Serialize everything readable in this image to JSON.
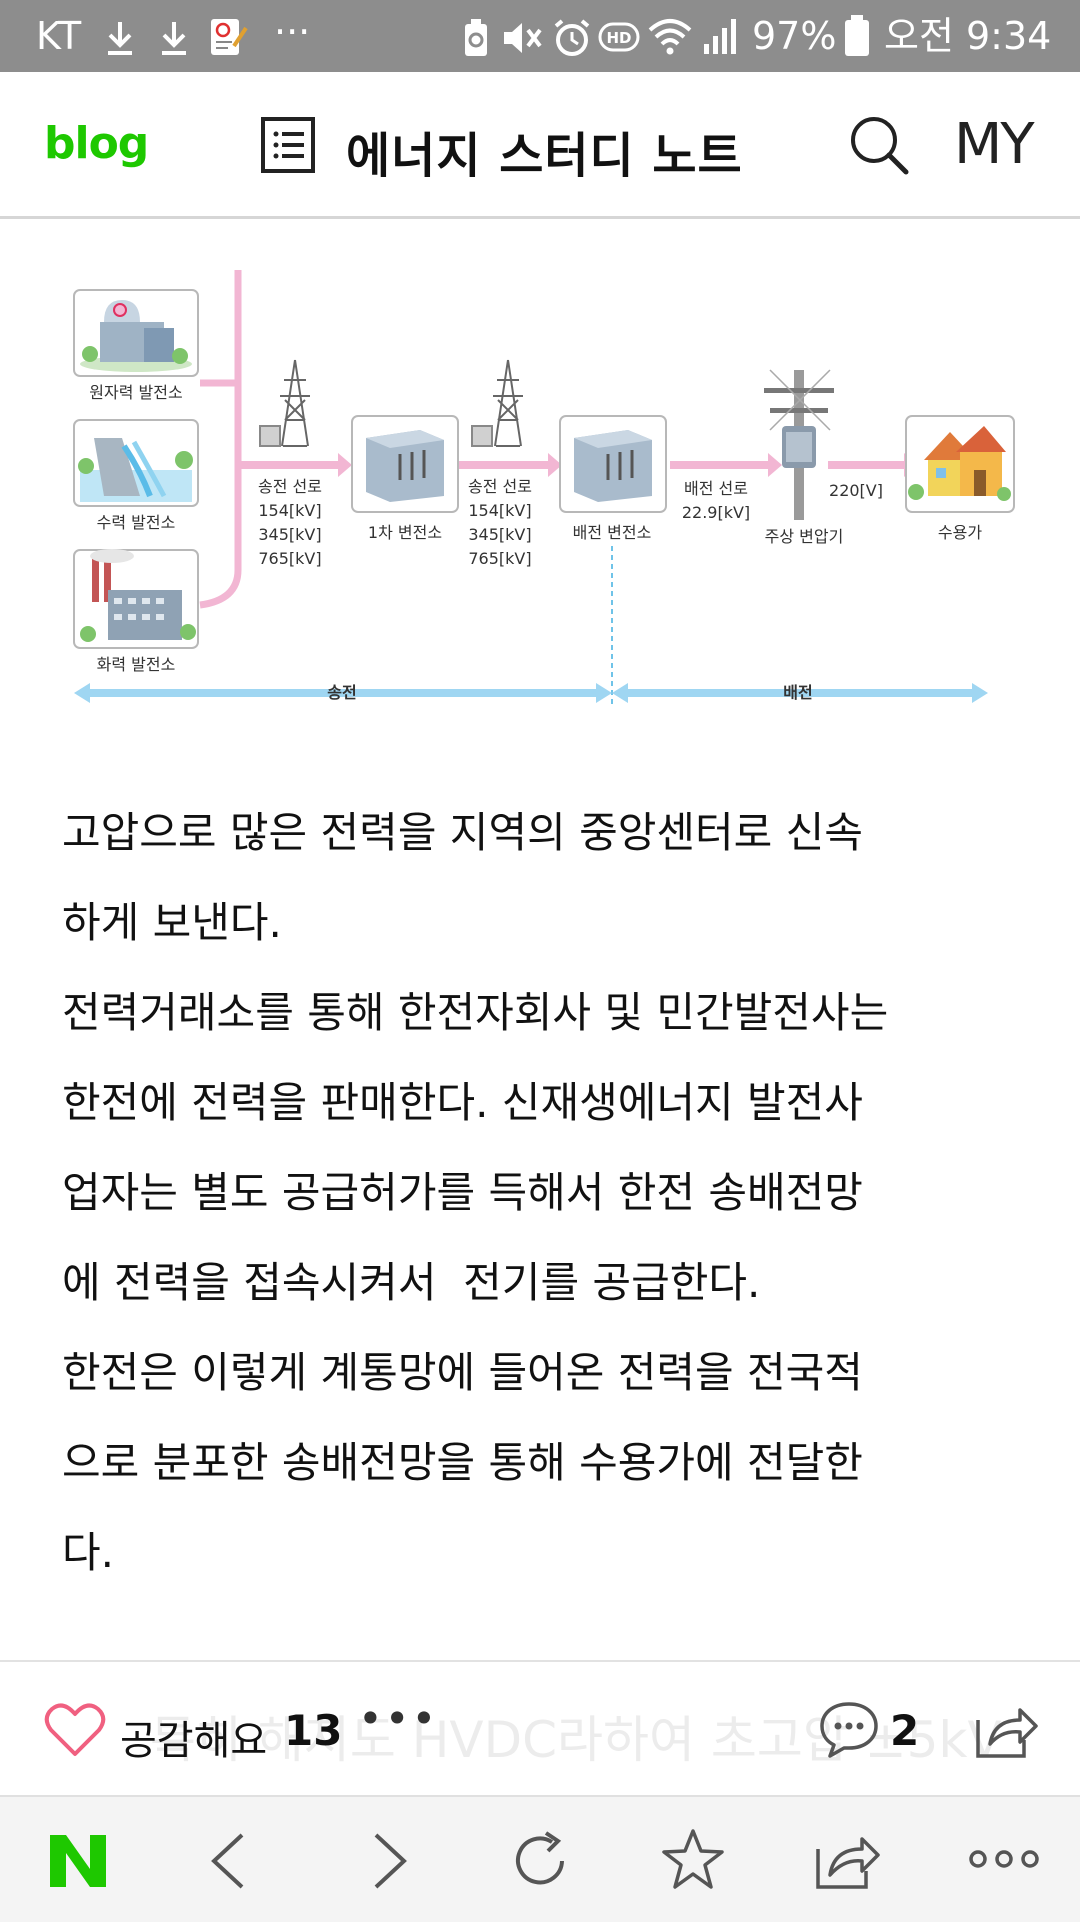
{
  "status_bar": {
    "carrier": "KT",
    "dots": "···",
    "battery": "97%",
    "time": "오전 9:34"
  },
  "header": {
    "logo": "blog",
    "title": "에너지 스터디 노트",
    "my": "MY"
  },
  "diagram": {
    "plants": [
      "원자력 발전소",
      "수력 발전소",
      "화력 발전소"
    ],
    "line1": {
      "label": "송전 선로",
      "voltages": [
        "154[kV]",
        "345[kV]",
        "765[kV]"
      ]
    },
    "substation1": "1차 변전소",
    "line2": {
      "label": "송전 선로",
      "voltages": [
        "154[kV]",
        "345[kV]",
        "765[kV]"
      ]
    },
    "substation2": "배전 변전소",
    "dist_line": {
      "label": "배전 선로",
      "voltage": "22.9[kV]"
    },
    "pole_transformer": "주상 변압기",
    "consumer_voltage": "220[V]",
    "consumer": "수용가",
    "segment_transmission": "송전",
    "segment_distribution": "배전"
  },
  "article": {
    "paragraphs": [
      "고압으로 많은 전력을 지역의 중앙센터로 신속\n하게 보낸다.",
      "전력거래소를 통해 한전자회사 및 민간발전사는\n한전에 전력을 판매한다. 신재생에너지 발전사\n업자는 별도 공급허가를 득해서 한전 송배전망\n에 전력을 접속시켜서  전기를 공급한다.",
      "한전은 이렇게 계통망에 들어온 전력을 전국적\n으로 분포한 송배전망을 통해 수용가에 전달한\n다."
    ]
  },
  "action_bar": {
    "ghost_text": "특히 해저도 HVDC라하여 초고압 ±5kV",
    "like_label": "공감해요",
    "like_count": "13",
    "more": "•••",
    "comment_count": "2"
  },
  "colors": {
    "naver_green": "#1ec800",
    "status_bar": "#8d8d8d",
    "arrow_pink": "#f2b6d3",
    "arrow_blue": "#9fd6f2"
  }
}
